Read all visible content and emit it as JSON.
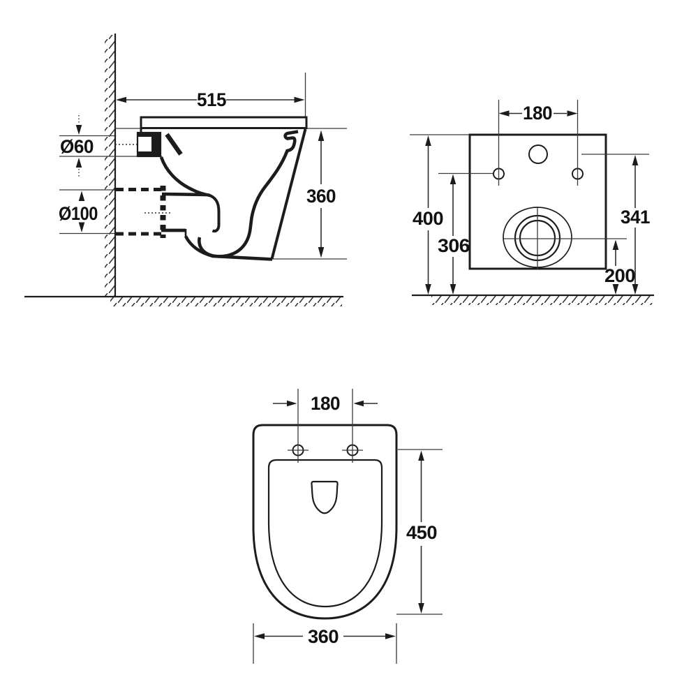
{
  "ink_color": "#1c1c1c",
  "side_view": {
    "width_mm": "515",
    "inlet_diameter": "Ø60",
    "outlet_diameter": "Ø100",
    "height_mm": "360"
  },
  "rear_view": {
    "bolt_spacing_mm": "180",
    "overall_height_mm": "400",
    "bolt_height_mm": "306",
    "inlet_center_height_mm": "341",
    "drain_center_height_mm": "200"
  },
  "top_view": {
    "bolt_spacing_mm": "180",
    "depth_mm": "450",
    "width_mm": "360"
  }
}
